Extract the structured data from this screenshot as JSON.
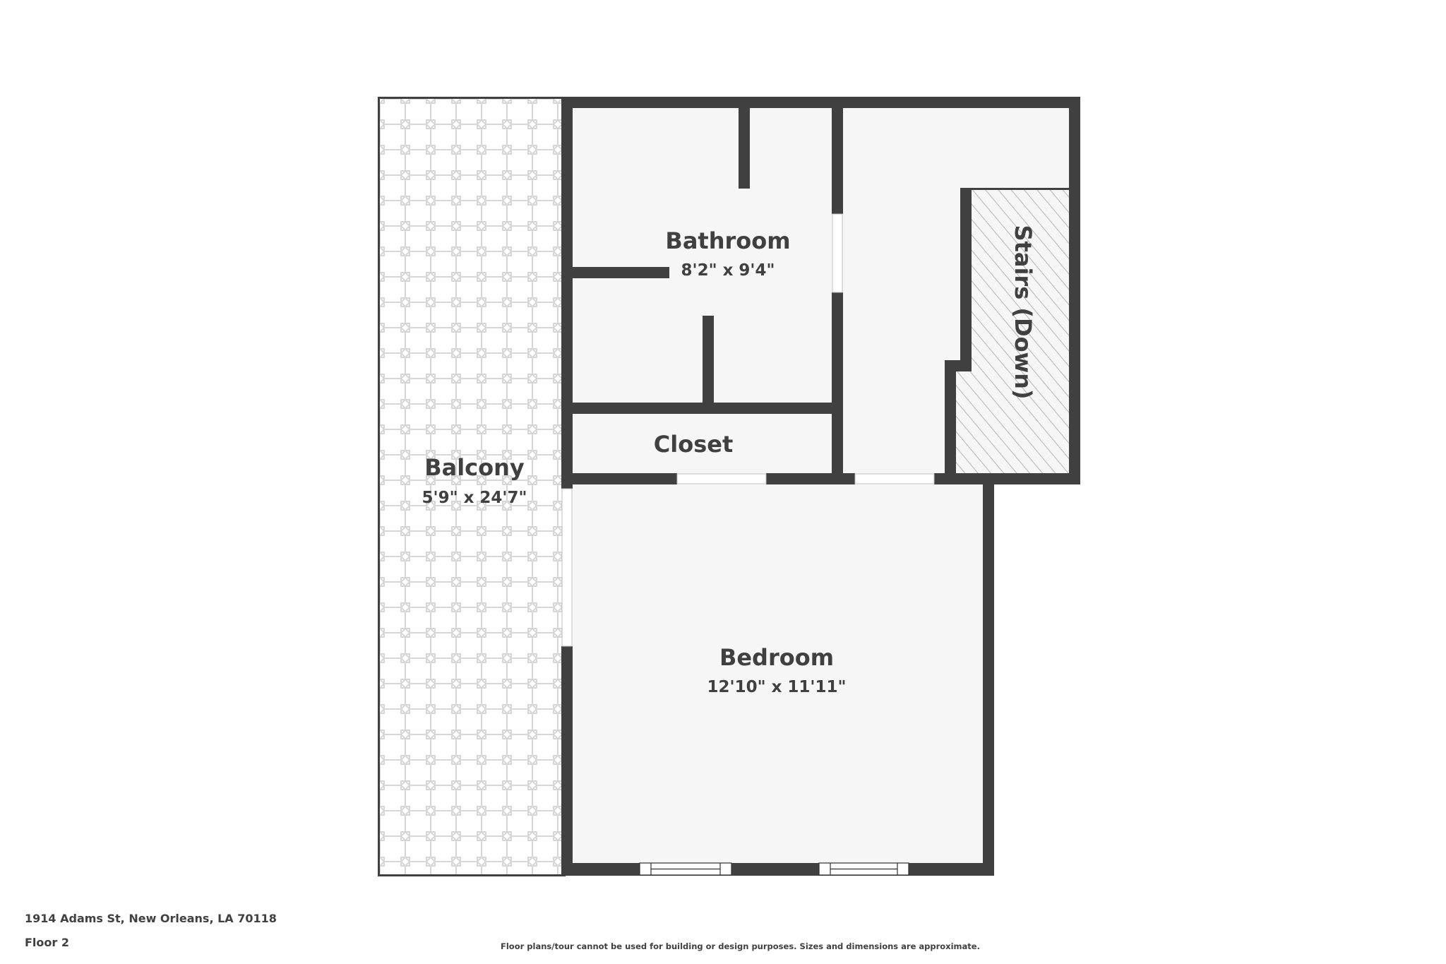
{
  "floor_plan": {
    "rooms": [
      {
        "id": "balcony",
        "name": "Balcony",
        "dimensions": "5'9\" x 24'7\""
      },
      {
        "id": "bathroom",
        "name": "Bathroom",
        "dimensions": "8'2\" x 9'4\""
      },
      {
        "id": "closet",
        "name": "Closet"
      },
      {
        "id": "stairs",
        "name": "Stairs (Down)"
      },
      {
        "id": "bedroom",
        "name": "Bedroom",
        "dimensions": "12'10\" x 11'11\""
      }
    ],
    "colors": {
      "wall": "#404040",
      "floor": "#f6f6f6",
      "tile_line": "#d6d6d6",
      "hatch": "#9a9a9a",
      "text": "#404040"
    }
  },
  "footer": {
    "address": "1914 Adams St, New Orleans, LA 70118",
    "floor_label": "Floor 2",
    "disclaimer": "Floor plans/tour cannot be used for building or design purposes. Sizes and dimensions are approximate."
  }
}
